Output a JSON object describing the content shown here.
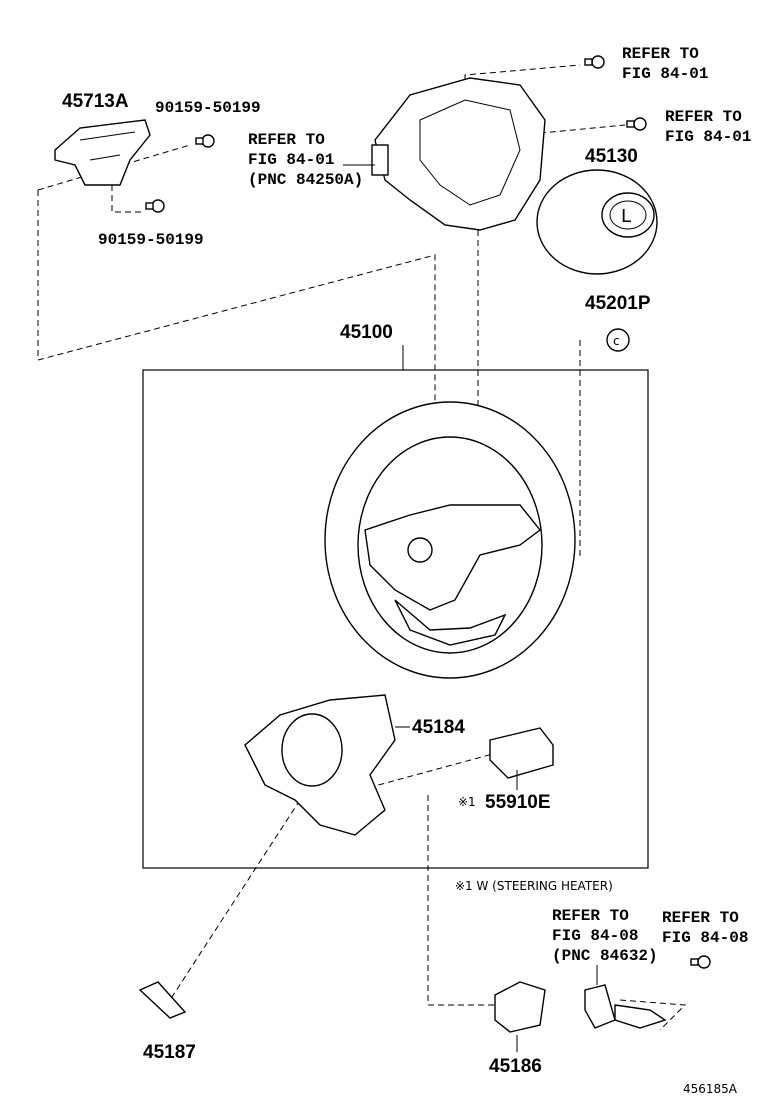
{
  "parts": {
    "p45713A": "45713A",
    "screw_upper": "90159-50199",
    "screw_lower": "90159-50199",
    "p45130": "45130",
    "p45201P": "45201P",
    "p45100": "45100",
    "p45184": "45184",
    "p55910E": "55910E",
    "p45187": "45187",
    "p45186": "45186"
  },
  "refs": {
    "r1": [
      "REFER TO",
      "FIG 84-01"
    ],
    "r2": [
      "REFER TO",
      "FIG 84-01"
    ],
    "r3": [
      "REFER TO",
      "FIG 84-01",
      "(PNC 84250A)"
    ],
    "r4": [
      "REFER TO",
      "FIG 84-08",
      "(PNC 84632)"
    ],
    "r5": [
      "REFER TO",
      "FIG 84-08"
    ]
  },
  "notes": {
    "mark": "※1",
    "footnote": "※1 W (STEERING HEATER)",
    "figure_id": "456185A"
  }
}
